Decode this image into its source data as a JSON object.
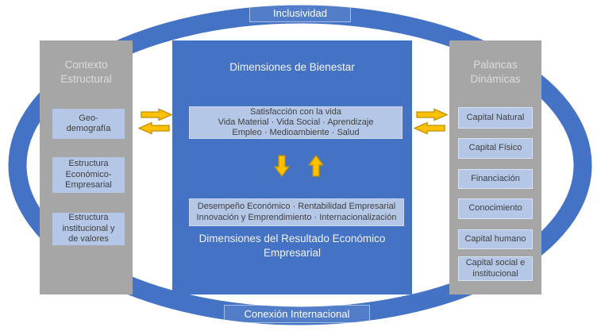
{
  "ring": {
    "top_label": "Inclusividad",
    "bottom_label": "Conexión Internacional"
  },
  "left_panel": {
    "title": "Contexto\nEstructural",
    "items": [
      {
        "label": "Geo-\ndemografía"
      },
      {
        "label": "Estructura\nEconómico-\nEmpresarial"
      },
      {
        "label": "Estructura\ninstitucional y\nde valores"
      }
    ]
  },
  "center_panel": {
    "title": "Dimensiones de Bienestar",
    "wellbeing_box": "Satisfacción con la vida\nVida Material · Vida Social · Aprendizaje\nEmpleo · Medioambiente · Salud",
    "results_box": "Desempeño Económico · Rentabilidad Empresarial\nInnovación y Emprendimiento · Internacionalización",
    "subtitle": "Dimensiones del Resultado Económico\nEmpresarial"
  },
  "right_panel": {
    "title": "Palancas\nDinámicas",
    "items": [
      {
        "label": "Capital Natural"
      },
      {
        "label": "Capital Físico"
      },
      {
        "label": "Financiación"
      },
      {
        "label": "Conocimiento"
      },
      {
        "label": "Capital humano"
      },
      {
        "label": "Capital social e\ninstitucional"
      }
    ]
  },
  "icons": {
    "left_gap": [
      "arrow-right-icon",
      "arrow-left-icon"
    ],
    "right_gap": [
      "arrow-right-icon",
      "arrow-left-icon"
    ],
    "center": [
      "arrow-down-icon",
      "arrow-up-icon"
    ]
  },
  "colors": {
    "ring_blue": "#4472C4",
    "panel_gray": "#A6A6A6",
    "light_blue_box": "#B4C7E7",
    "arrow_fill": "#FFC000",
    "arrow_border": "#BF9000"
  }
}
